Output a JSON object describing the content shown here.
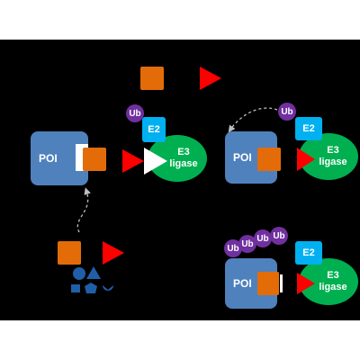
{
  "labels": {
    "poi": "POI",
    "e2": "E2",
    "e3_line1": "E3",
    "e3_line2": "ligase",
    "ub": "Ub"
  },
  "colors": {
    "background": "#000000",
    "poi": "#4f81bd",
    "e3_ligase": "#00b050",
    "e2": "#00b0f0",
    "ubiquitin": "#7030a0",
    "poi_ligand": "#e36c09",
    "e3_ligand": "#ff0000",
    "fragments": "#1f5fa8",
    "arrow": "#bfbfbf"
  },
  "icons": {
    "poi_ligand": "orange-square",
    "e3_ligand": "red-triangle",
    "fragments": "blue-shape-fragments",
    "arrows": "dashed-curved-arrow"
  }
}
